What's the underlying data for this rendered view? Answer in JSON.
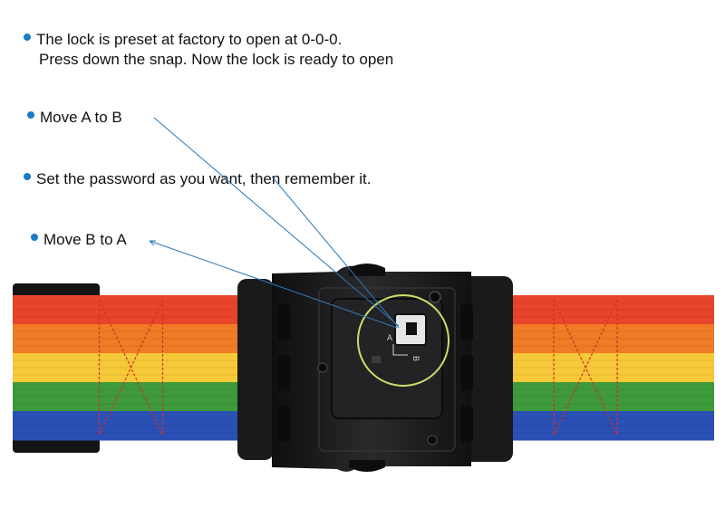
{
  "instructions": [
    {
      "id": "preset",
      "lines": [
        "The lock is preset at factory to open at 0-0-0.",
        "Press down the snap. Now the lock is ready to open"
      ]
    },
    {
      "id": "move-a-to-b",
      "lines": [
        "Move A to B"
      ]
    },
    {
      "id": "set-password",
      "lines": [
        "Set the password as you want, then remember it."
      ]
    },
    {
      "id": "move-b-to-a",
      "lines": [
        "Move B to A"
      ]
    }
  ],
  "lock_labels": {
    "a": "A",
    "b": "B"
  },
  "colors": {
    "bullet": "#1a7cc4",
    "pointer_line": "#2b78b8",
    "highlight_circle": "#c7e06a",
    "buckle": "#1d1d1f",
    "strap_stripes": [
      "#e8452a",
      "#f07a25",
      "#f6c938",
      "#3f9a3c",
      "#2a4fb5"
    ],
    "stitching": "#d62f22"
  },
  "image": {
    "subject": "rainbow luggage strap with combination lock buckle"
  }
}
